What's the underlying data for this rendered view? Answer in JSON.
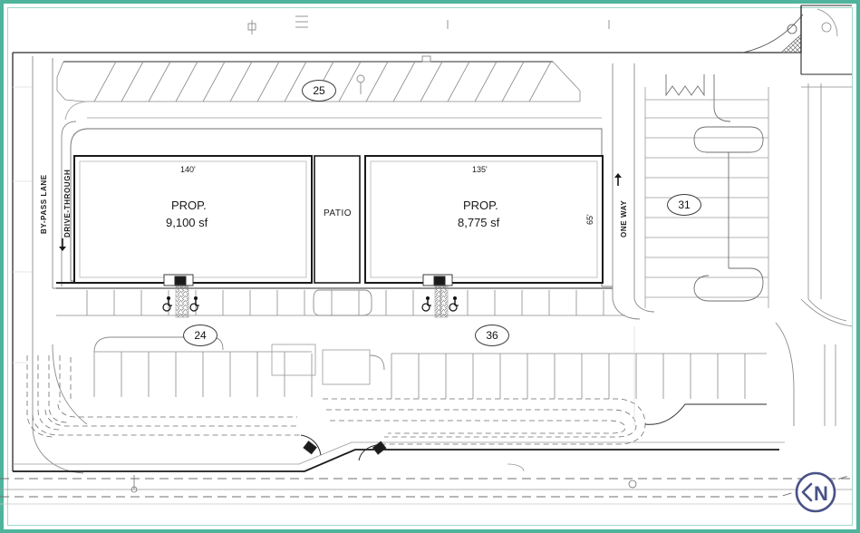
{
  "document": {
    "type": "site-plan",
    "title": "Commercial Retail Site Plan",
    "border_color": "#4fb49c",
    "line_color": "#2b2b2b",
    "compass_color": "#4a5288"
  },
  "buildings": [
    {
      "id": "building-left",
      "label": "PROP.",
      "area": "9,100 sf",
      "width_dim": "140'",
      "depth_dim": ""
    },
    {
      "id": "building-right",
      "label": "PROP.",
      "area": "8,775 sf",
      "width_dim": "135'",
      "depth_dim": "65'"
    }
  ],
  "patio": {
    "label": "PATIO"
  },
  "lanes": {
    "bypass": {
      "label": "BY-PASS LANE"
    },
    "drive_through": {
      "label": "DRIVE-THROUGH",
      "arrow": "down-arrow-icon"
    },
    "one_way": {
      "label": "ONE WAY",
      "arrow": "up-arrow-icon"
    }
  },
  "parking_counts": [
    {
      "id": "count-north",
      "value": "25"
    },
    {
      "id": "count-southwest",
      "value": "24"
    },
    {
      "id": "count-southeast",
      "value": "36"
    },
    {
      "id": "count-east",
      "value": "31"
    }
  ],
  "accessible_stalls": [
    {
      "id": "accessible-left-a",
      "icon": "wheelchair-icon"
    },
    {
      "id": "accessible-left-b",
      "icon": "wheelchair-icon"
    },
    {
      "id": "accessible-right-a",
      "icon": "wheelchair-icon"
    },
    {
      "id": "accessible-right-b",
      "icon": "wheelchair-icon"
    }
  ],
  "compass": {
    "icon": "north-arrow-icon",
    "letter": "N",
    "pointer": "chevron-left-icon"
  }
}
